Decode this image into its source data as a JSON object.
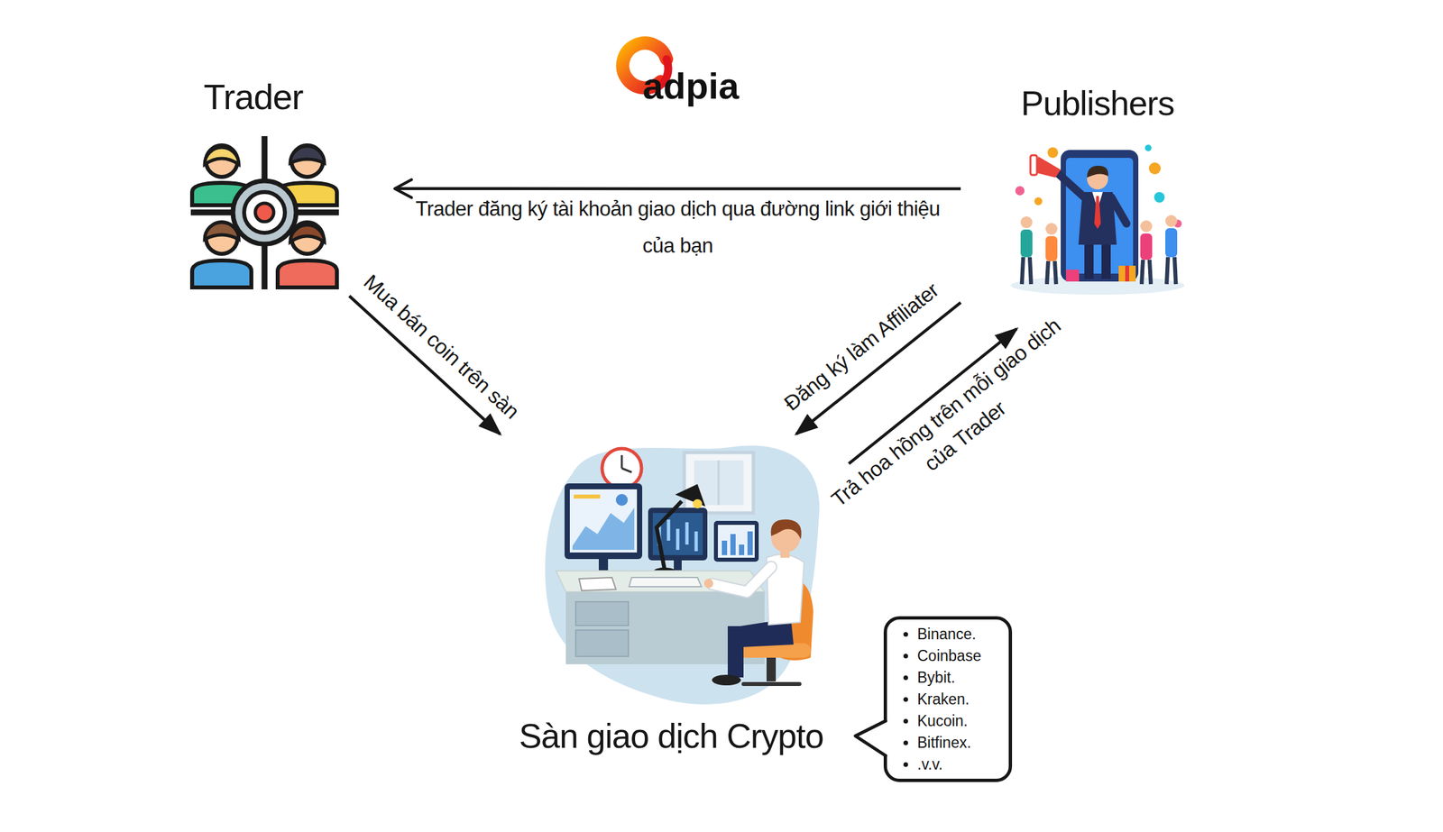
{
  "diagram": {
    "nodes": [
      {
        "text": [
          "Trader"
        ]
      },
      {
        "text": [
          "Publishers"
        ]
      },
      {
        "text": [
          "Sàn giao dịch Crypto"
        ]
      },
      {
        "text": [
          "Binance.",
          "Coinbase",
          "Bybit.",
          "Kraken.",
          "Kucoin.",
          "Bitfinex.",
          ".v.v."
        ]
      }
    ],
    "edges": [
      {
        "from": 1,
        "to": 0,
        "arrow": "to",
        "label": "Trader đăng ký tài khoản giao dịch qua đường link giới thiệu của bạn"
      },
      {
        "from": 0,
        "to": 2,
        "arrow": "to",
        "label": "Mua bán coin trên sàn"
      },
      {
        "from": 1,
        "to": 2,
        "arrow": "to",
        "label": "Đăng ký làm Affiliater"
      },
      {
        "from": 2,
        "to": 1,
        "arrow": "to",
        "label": "Trả hoa hồng trên mỗi giao dịch của Trader"
      }
    ],
    "labels": [
      "adpia"
    ]
  }
}
